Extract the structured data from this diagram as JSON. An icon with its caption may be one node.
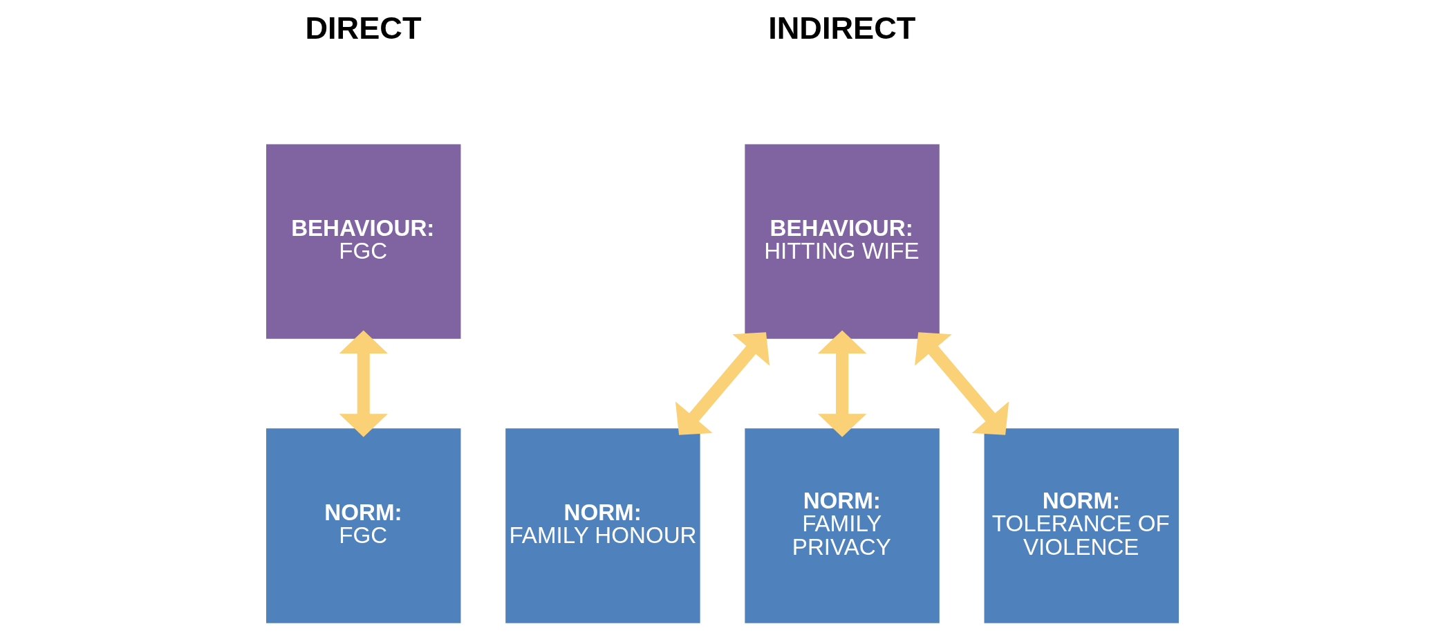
{
  "diagram": {
    "nodes": [
      {
        "text": [
          "BEHAVIOUR:",
          "FGC"
        ]
      },
      {
        "text": [
          "NORM:",
          "FGC"
        ]
      },
      {
        "text": [
          "BEHAVIOUR:",
          "HITTING WIFE"
        ]
      },
      {
        "text": [
          "NORM:",
          "FAMILY HONOUR"
        ]
      },
      {
        "text": [
          "NORM:",
          "FAMILY PRIVACY"
        ]
      },
      {
        "text": [
          "NORM:",
          "TOLERANCE OF VIOLENCE"
        ]
      }
    ],
    "edges": [
      {
        "from": 0,
        "to": 1,
        "arrow": "both"
      },
      {
        "from": 2,
        "to": 3,
        "arrow": "both"
      },
      {
        "from": 2,
        "to": 4,
        "arrow": "both"
      },
      {
        "from": 2,
        "to": 5,
        "arrow": "both"
      }
    ],
    "labels": [
      "DIRECT",
      "INDIRECT"
    ]
  }
}
